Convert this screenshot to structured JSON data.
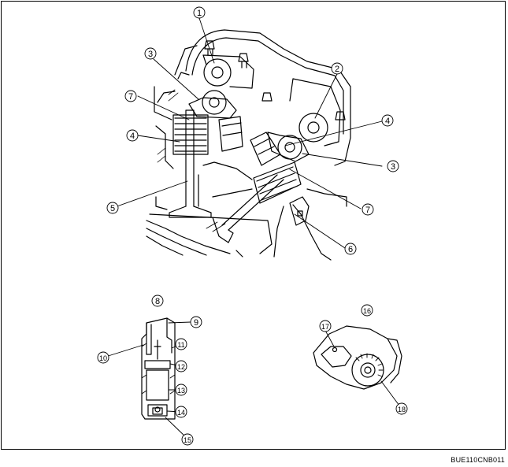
{
  "figure": {
    "code": "BUE110CNB011",
    "callouts": [
      "1",
      "2",
      "3",
      "4",
      "5",
      "6",
      "7",
      "8",
      "9",
      "10",
      "11",
      "12",
      "13",
      "14",
      "15",
      "16",
      "17",
      "18"
    ]
  },
  "colors": {
    "ink": "#000000",
    "paper": "#ffffff"
  }
}
